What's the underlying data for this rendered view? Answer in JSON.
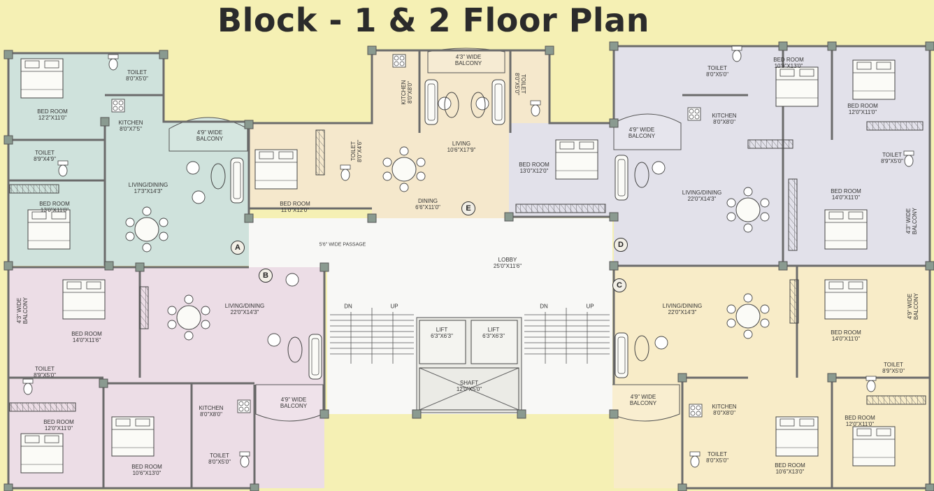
{
  "title": "Block - 1 & 2 Floor Plan",
  "colors": {
    "background": "#f5f0b4",
    "flat_a": "#cfe2dc",
    "flat_b": "#ecdde6",
    "flat_c": "#f8ecc8",
    "flat_d": "#e2e1ea",
    "flat_e": "#f5e8cc",
    "lobby": "#f8f8f6",
    "wall": "#6b6b6b",
    "column": "#8a9a90"
  },
  "icons": [
    "bed-icon",
    "dining-table-icon",
    "sofa-icon",
    "toilet-icon",
    "kitchen-counter-icon",
    "wardrobe-icon",
    "stair-icon",
    "lift-icon"
  ],
  "unit_marks": [
    {
      "id": "mark-a",
      "text": "A"
    },
    {
      "id": "mark-b",
      "text": "B"
    },
    {
      "id": "mark-c",
      "text": "C"
    },
    {
      "id": "mark-d",
      "text": "D"
    },
    {
      "id": "mark-e",
      "text": "E"
    }
  ],
  "core": {
    "passage": "5'6\" WIDE PASSAGE",
    "lobby_name": "LOBBY",
    "lobby_dim": "25'0\"X11'6\"",
    "lift_1_name": "LIFT",
    "lift_1_dim": "6'3\"X6'3\"",
    "lift_2_name": "LIFT",
    "lift_2_dim": "6'3\"X6'3\"",
    "shaft_name": "SHAFT",
    "shaft_dim": "12'0\"X5'0\"",
    "dn_left": "DN",
    "up_left": "UP",
    "dn_right": "DN",
    "up_right": "UP"
  },
  "rooms": {
    "a_bed1": {
      "name": "BED ROOM",
      "dim": "12'2\"X11'0\""
    },
    "a_toilet1": {
      "name": "TOILET",
      "dim": "8'0\"X5'0\""
    },
    "a_kitchen": {
      "name": "KITCHEN",
      "dim": "8'0\"X7'5\""
    },
    "a_balcony": {
      "name": "4'9\" WIDE",
      "dim": "BALCONY"
    },
    "a_toilet2": {
      "name": "TOILET",
      "dim": "8'9\"X4'9\""
    },
    "a_bed2": {
      "name": "BED ROOM",
      "dim": "13'0\"X11'0\""
    },
    "a_living": {
      "name": "LIVING/DINING",
      "dim": "17'3\"X14'3\""
    },
    "e_bed1": {
      "name": "BED ROOM",
      "dim": "11'0\"X12'0\""
    },
    "e_toilet1": {
      "name": "TOILET",
      "dim": "8'0\"X4'6\""
    },
    "e_kitchen": {
      "name": "KITCHEN",
      "dim": "8'0\"X8'0\""
    },
    "e_balcony": {
      "name": "4'3\" WIDE",
      "dim": "BALCONY"
    },
    "e_living": {
      "name": "LIVING",
      "dim": "10'6\"X17'9\""
    },
    "e_dining": {
      "name": "DINING",
      "dim": "6'6\"X11'0\""
    },
    "e_toilet2": {
      "name": "TOILET",
      "dim": "8'0\"X5'0\""
    },
    "e_bed2": {
      "name": "BED ROOM",
      "dim": "13'0\"X12'0\""
    },
    "d_toilet1": {
      "name": "TOILET",
      "dim": "8'0\"X5'0\""
    },
    "d_bed1": {
      "name": "BED ROOM",
      "dim": "10'9\"X13'0\""
    },
    "d_bed2": {
      "name": "BED ROOM",
      "dim": "12'0\"X11'0\""
    },
    "d_kitchen": {
      "name": "KITCHEN",
      "dim": "8'0\"X8'0\""
    },
    "d_balcony": {
      "name": "4'9\" WIDE",
      "dim": "BALCONY"
    },
    "d_toilet2": {
      "name": "TOILET",
      "dim": "8'9\"X5'0\""
    },
    "d_living": {
      "name": "LIVING/DINING",
      "dim": "22'0\"X14'3\""
    },
    "d_bed3": {
      "name": "BED ROOM",
      "dim": "14'0\"X11'0\""
    },
    "d_balcony2": {
      "name": "4'3\" WIDE",
      "dim": "BALCONY"
    },
    "b_balcony": {
      "name": "4'3\" WIDE",
      "dim": "BALCONY"
    },
    "b_bed1": {
      "name": "BED ROOM",
      "dim": "14'0\"X11'6\""
    },
    "b_living": {
      "name": "LIVING/DINING",
      "dim": "22'0\"X14'3\""
    },
    "b_toilet1": {
      "name": "TOILET",
      "dim": "8'9\"X5'0\""
    },
    "b_bed2": {
      "name": "BED ROOM",
      "dim": "12'0\"X11'0\""
    },
    "b_kitchen": {
      "name": "KITCHEN",
      "dim": "8'0\"X8'0\""
    },
    "b_balcony2": {
      "name": "4'9\" WIDE",
      "dim": "BALCONY"
    },
    "b_bed3": {
      "name": "BED ROOM",
      "dim": "10'6\"X13'0\""
    },
    "b_toilet2": {
      "name": "TOILET",
      "dim": "8'0\"X5'0\""
    },
    "c_living": {
      "name": "LIVING/DINING",
      "dim": "22'0\"X14'3\""
    },
    "c_bed1": {
      "name": "BED ROOM",
      "dim": "14'0\"X11'0\""
    },
    "c_balcony": {
      "name": "4'9\" WIDE",
      "dim": "BALCONY"
    },
    "c_balcony2": {
      "name": "4'9\" WIDE",
      "dim": "BALCONY"
    },
    "c_toilet1": {
      "name": "TOILET",
      "dim": "8'9\"X5'0\""
    },
    "c_kitchen": {
      "name": "KITCHEN",
      "dim": "8'0\"X8'0\""
    },
    "c_bed2": {
      "name": "BED ROOM",
      "dim": "12'0\"X11'0\""
    },
    "c_toilet2": {
      "name": "TOILET",
      "dim": "8'0\"X5'0\""
    },
    "c_bed3": {
      "name": "BED ROOM",
      "dim": "10'6\"X13'0\""
    }
  }
}
